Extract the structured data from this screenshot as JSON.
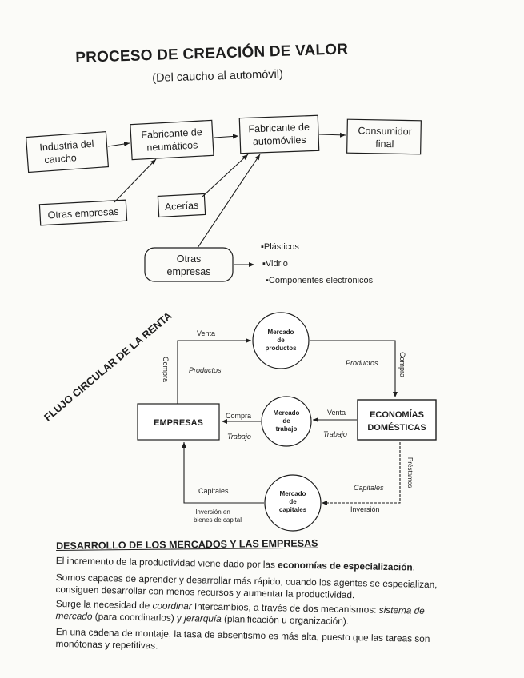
{
  "header": {
    "title": "PROCESO DE CREACIÓN DE VALOR",
    "subtitle": "(Del caucho al automóvil)"
  },
  "value_chain": {
    "industria_line1": "Industria del",
    "industria_line2": "caucho",
    "fabricante_neumaticos_line1": "Fabricante de",
    "fabricante_neumaticos_line2": "neumáticos",
    "fabricante_automoviles_line1": "Fabricante de",
    "fabricante_automoviles_line2": "automóviles",
    "consumidor_line1": "Consumidor",
    "consumidor_line2": "final",
    "otras_empresas_1": "Otras empresas",
    "acerias": "Acerías",
    "otras_empresas_2_line1": "Otras",
    "otras_empresas_2_line2": "empresas",
    "bullets": [
      "▪Plásticos",
      "▪Vidrio",
      "▪Componentes electrónicos"
    ]
  },
  "circular_flow": {
    "side_title": "FLUJO CIRCULAR DE LA RENTA",
    "empresas": "EMPRESAS",
    "economias_line1": "ECONOMÍAS",
    "economias_line2": "DOMÉSTICAS",
    "mercado_productos": [
      "Mercado",
      "de",
      "productos"
    ],
    "mercado_trabajo": [
      "Mercado",
      "de",
      "trabajo"
    ],
    "mercado_capitales": [
      "Mercado",
      "de",
      "capitales"
    ],
    "labels": {
      "venta_top": "Venta",
      "compra_left": "Compra",
      "productos_left": "Productos",
      "productos_right": "Productos",
      "compra_right": "Compra",
      "compra_mid": "Compra",
      "trabajo_mid_left": "Trabajo",
      "venta_mid": "Venta",
      "trabajo_mid_right": "Trabajo",
      "capitales_left": "Capitales",
      "inversion_bienes_line1": "Inversión en",
      "inversion_bienes_line2": "bienes de capital",
      "capitales_right": "Capitales",
      "inversion_right": "Inversión",
      "prestamos": "Préstamos"
    }
  },
  "section": {
    "heading": "DESARROLLO DE LOS MERCADOS Y LAS EMPRESAS",
    "p1_a": "El incremento de la productividad viene dado por las ",
    "p1_b": "economías de especialización",
    "p1_c": ".",
    "p2_line1": "Somos capaces de aprender y desarrollar más rápido, cuando los agentes se especializan,",
    "p2_line2": "consiguen desarrollar con menos recursos y aumentar la productividad.",
    "p3_a": "Surge la necesidad de ",
    "p3_b": "coordinar",
    "p3_c": " Intercambios, a través de dos mecanismos: ",
    "p3_d": "sistema de",
    "p3_e": "mercado",
    "p3_f": " (para coordinarlos) y ",
    "p3_g": "jerarquía",
    "p3_h": " (planificación u organización).",
    "p4_line1": "En una cadena de montaje, la tasa de absentismo es más alta, puesto que las tareas son",
    "p4_line2": "monótonas y repetitivas."
  }
}
